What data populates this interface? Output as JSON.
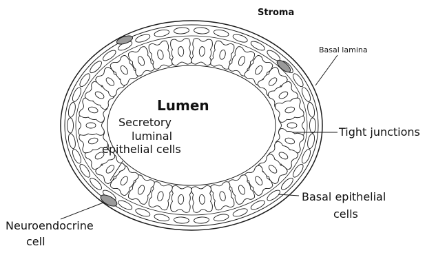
{
  "labels": {
    "stroma": "Stroma",
    "lumen": "Lumen",
    "basal_lamina": "Basal lamina",
    "secretory_line1": "Secretory",
    "secretory_line2": "luminal",
    "secretory_line3": "epithelial cells",
    "tight_junctions": "Tight junctions",
    "basal_line1": "Basal epithelial",
    "basal_line2": "cells",
    "neuro_line1": "Neuroendocrine",
    "neuro_line2": "cell"
  },
  "colors": {
    "line": "#1a1a1a",
    "cell_fill": "#ffffff",
    "neuroendocrine_fill": "#9a9a9a"
  }
}
